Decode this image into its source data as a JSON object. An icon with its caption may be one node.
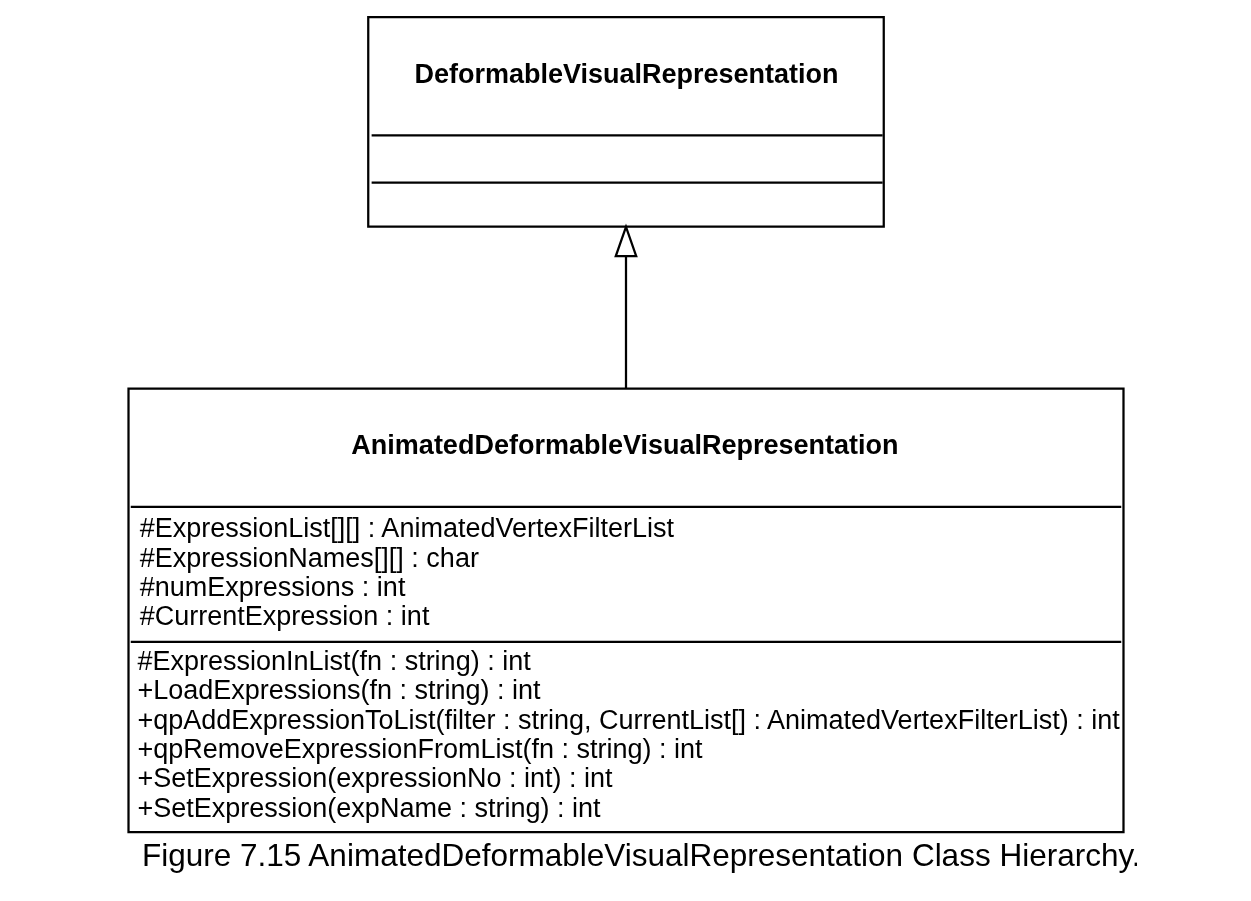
{
  "diagram": {
    "caption": "Figure 7.15 AnimatedDeformableVisualRepresentation Class Hierarchy.",
    "nodes": [
      {
        "text": [
          "DeformableVisualRepresentation"
        ]
      },
      {
        "text": [
          "AnimatedDeformableVisualRepresentation",
          "#ExpressionList[][] : AnimatedVertexFilterList",
          "#ExpressionNames[][] : char",
          "#numExpressions : int",
          "#CurrentExpression : int",
          "#ExpressionInList(fn : string) : int",
          "+LoadExpressions(fn : string) : int",
          "+qpAddExpressionToList(filter : string, CurrentList[] : AnimatedVertexFilterList) : int",
          "+qpRemoveExpressionFromList(fn : string) : int",
          "+SetExpression(expressionNo : int) : int",
          "+SetExpression(expName : string) : int"
        ]
      }
    ],
    "edges": [
      {
        "from": 1,
        "to": 0,
        "arrow": "to"
      }
    ]
  }
}
